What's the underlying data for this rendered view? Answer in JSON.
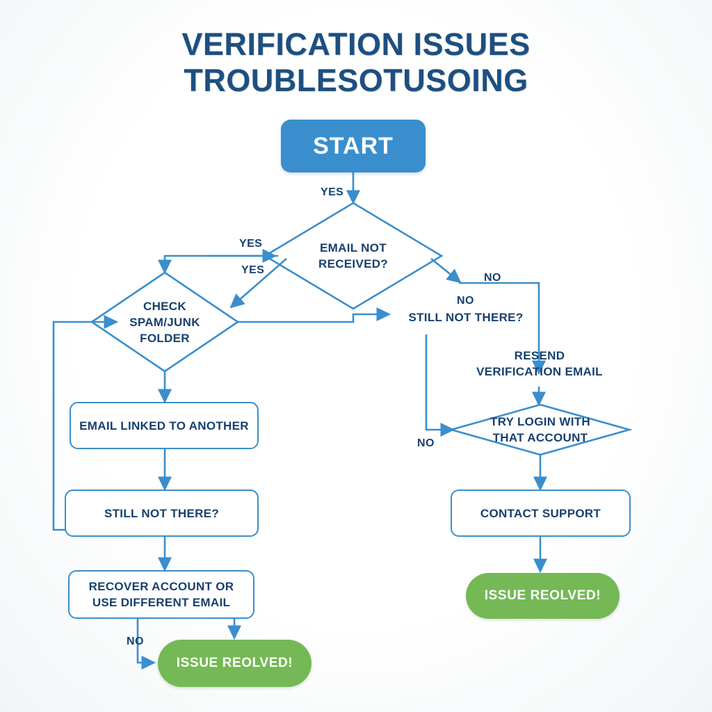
{
  "title": {
    "line1": "VERIFICATION ISSUES",
    "line2": "TROUBLESOTUSOING"
  },
  "colors": {
    "accent_blue": "#3a8ecd",
    "text_navy": "#17406e",
    "title_navy": "#1d4f80",
    "success_green": "#74b956",
    "background": "#ffffff"
  },
  "nodes": {
    "start": {
      "label": "START",
      "shape": "rounded-rect",
      "kind": "terminator-start"
    },
    "email_not_received": {
      "label": "EMAIL NOT\nRECEIVED?",
      "line1": "EMAIL NOT",
      "line2": "RECEIVED?",
      "shape": "diamond",
      "kind": "decision"
    },
    "check_spam": {
      "label": "CHECK\nSPAM/JUNK\nFOLDER",
      "line1": "CHECK",
      "line2": "SPAM/JUNK",
      "line3": "FOLDER",
      "shape": "diamond",
      "kind": "decision"
    },
    "still_not_there_right": {
      "label": "STILL NOT THERE?",
      "shape": "plain-text",
      "kind": "decision-text"
    },
    "resend_verification": {
      "label": "RESEND\nVERIFICATION EMAIL",
      "line1": "RESEND",
      "line2": "VERIFICATION EMAIL",
      "shape": "plain-text",
      "kind": "process-text"
    },
    "try_login": {
      "label": "TRY LOGIN WITH\nTHAT ACCOUNT",
      "line1": "TRY LOGIN WITH",
      "line2": "THAT ACCOUNT",
      "shape": "diamond",
      "kind": "decision"
    },
    "email_linked": {
      "label": "EMAIL LINKED TO ANOTHER",
      "shape": "rounded-rect",
      "kind": "process"
    },
    "still_not_there_left": {
      "label": "STILL NOT THERE?",
      "shape": "rounded-rect",
      "kind": "process"
    },
    "recover_account": {
      "label": "RECOVER ACCOUNT OR\nUSE DIFFERENT EMAIL",
      "line1": "RECOVER ACCOUNT OR",
      "line2": "USE DIFFERENT EMAIL",
      "shape": "rounded-rect",
      "kind": "process"
    },
    "contact_support": {
      "label": "CONTACT SUPPORT",
      "shape": "rounded-rect",
      "kind": "process"
    },
    "issue_resolved_left": {
      "label": "ISSUE REOLVED!",
      "shape": "pill",
      "kind": "terminator-end"
    },
    "issue_resolved_right": {
      "label": "ISSUE REOLVED!",
      "shape": "pill",
      "kind": "terminator-end"
    }
  },
  "edge_labels": {
    "start_yes": "YES",
    "email_yes_upper": "YES",
    "email_yes_lower": "YES",
    "email_no_upper": "NO",
    "email_no_lower": "NO",
    "try_login_no": "NO",
    "recover_no": "NO"
  },
  "edges": [
    {
      "from": "start",
      "to": "email_not_received",
      "label": "YES"
    },
    {
      "from": "email_not_received",
      "to": "check_spam",
      "label": "YES"
    },
    {
      "from": "email_not_received",
      "to": "still_not_there_right",
      "label": "NO"
    },
    {
      "from": "check_spam",
      "to": "still_not_there_right",
      "label": ""
    },
    {
      "from": "check_spam",
      "to": "email_linked",
      "label": ""
    },
    {
      "from": "still_not_there_right",
      "to": "resend_verification",
      "label": "NO"
    },
    {
      "from": "still_not_there_right",
      "to": "try_login",
      "label": "NO"
    },
    {
      "from": "resend_verification",
      "to": "try_login",
      "label": ""
    },
    {
      "from": "email_linked",
      "to": "still_not_there_left",
      "label": ""
    },
    {
      "from": "still_not_there_left",
      "to": "check_spam",
      "label": ""
    },
    {
      "from": "still_not_there_left",
      "to": "recover_account",
      "label": ""
    },
    {
      "from": "recover_account",
      "to": "issue_resolved_left",
      "label": "NO"
    },
    {
      "from": "try_login",
      "to": "contact_support",
      "label": ""
    },
    {
      "from": "contact_support",
      "to": "issue_resolved_right",
      "label": ""
    }
  ]
}
